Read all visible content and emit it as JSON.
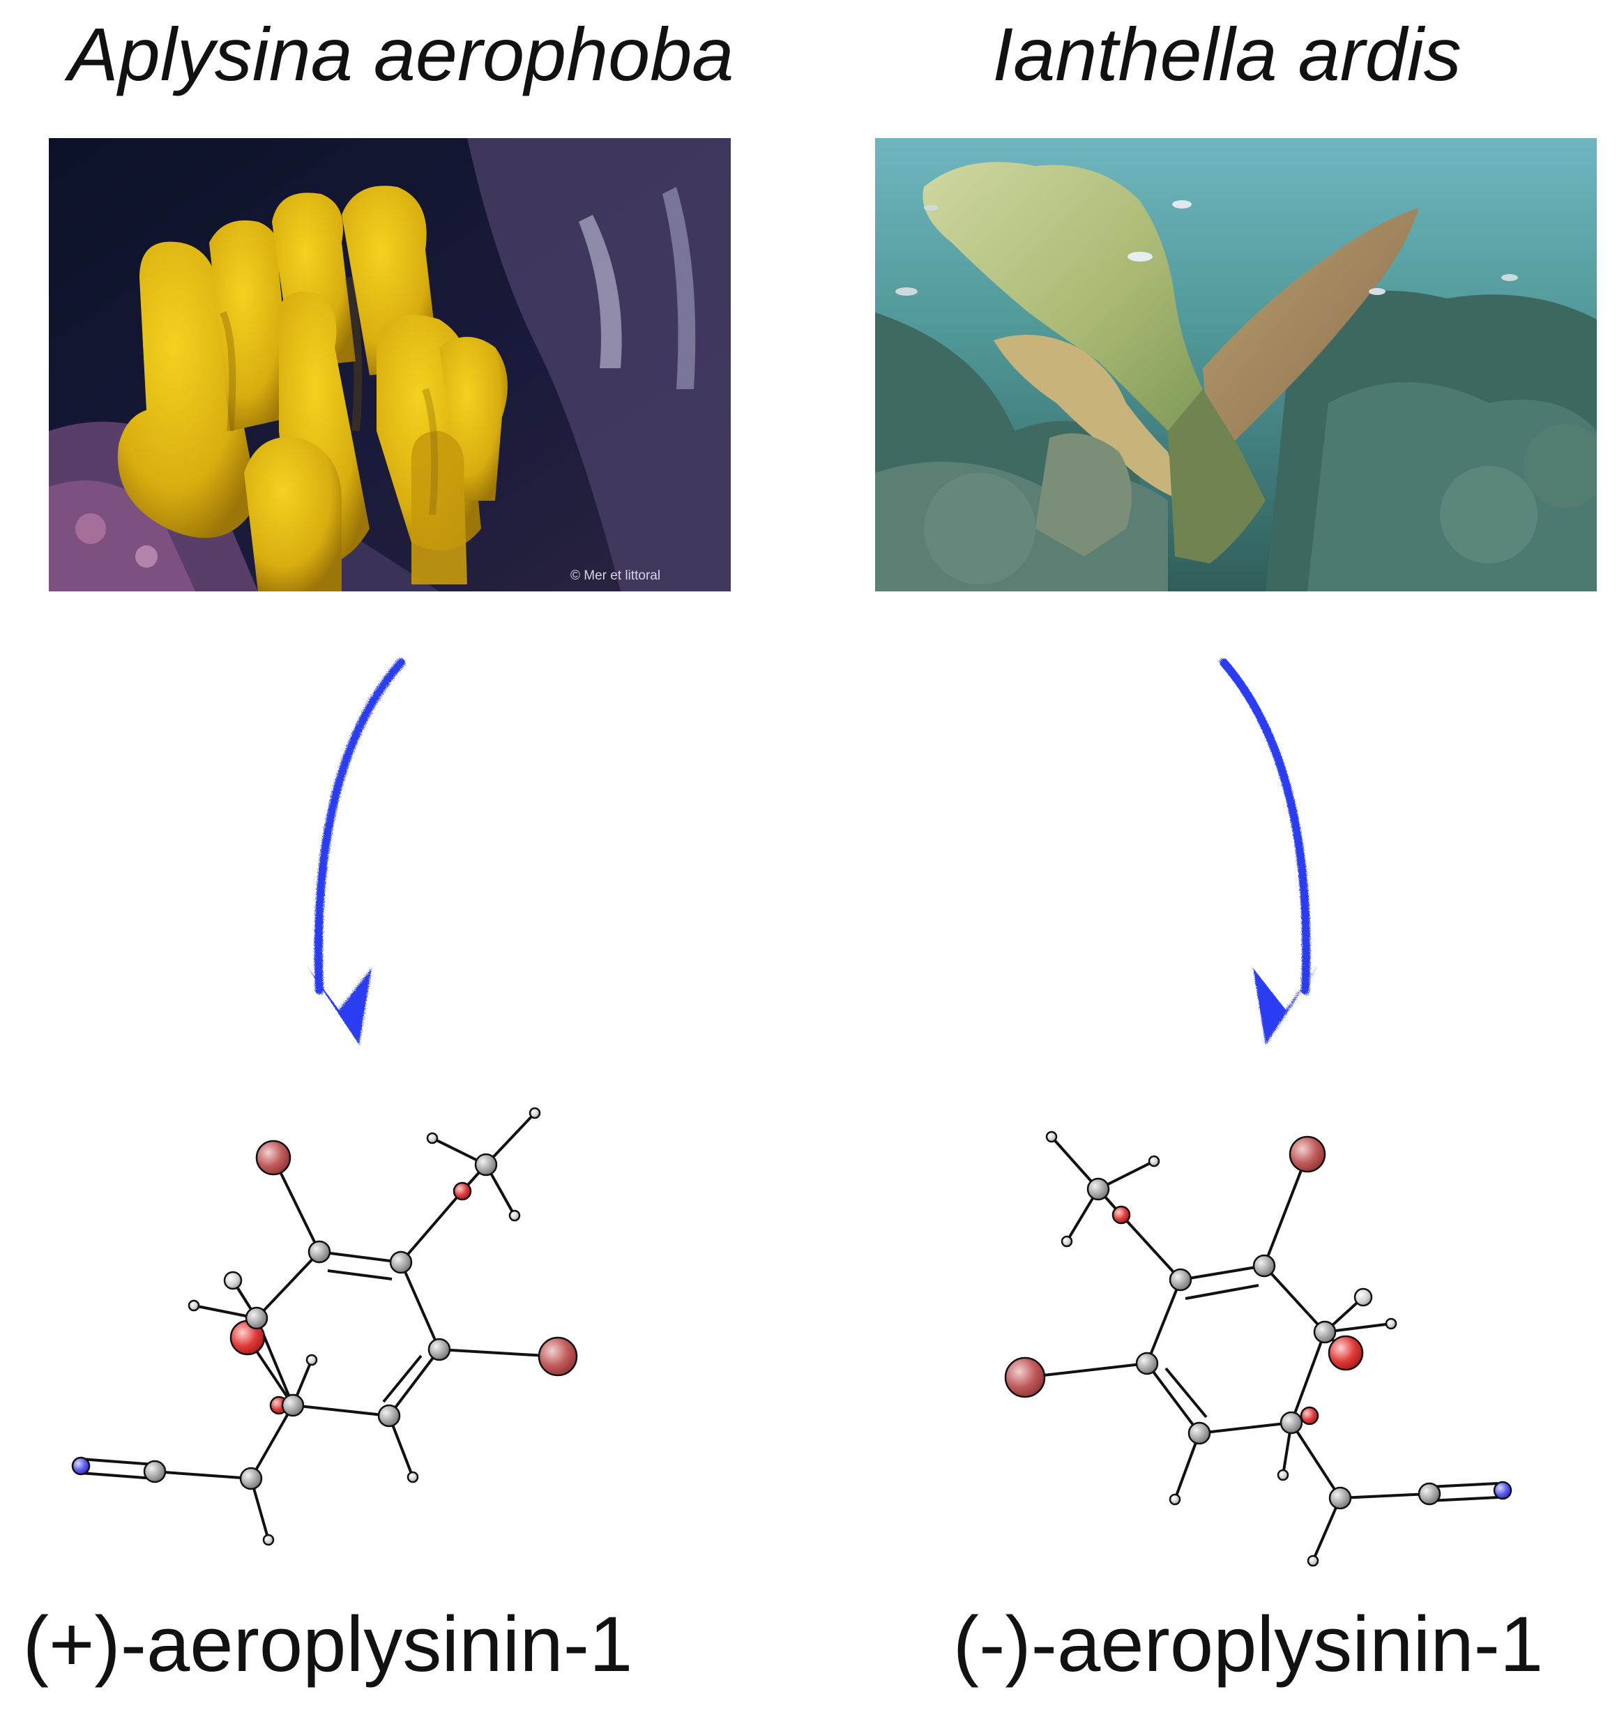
{
  "species": {
    "left": "Aplysina aerophoba",
    "right": "Ianthella ardis"
  },
  "compounds": {
    "left": "(+)-aeroplysinin-1",
    "right": "(-)-aeroplysinin-1"
  },
  "photo_credit": "© Mer et littoral",
  "colors": {
    "arrow": "#2c3cf2",
    "carbon_atom": "#9a9a9a",
    "bromine_atom": "#b84a4a",
    "oxygen_atom": "#e23636",
    "nitrogen_atom": "#3a3ae0",
    "hydrogen_atom": "#d6d6d6",
    "bond": "#111111"
  },
  "icons": [
    "curved-arrow-icon",
    "ball-and-stick-molecule"
  ]
}
